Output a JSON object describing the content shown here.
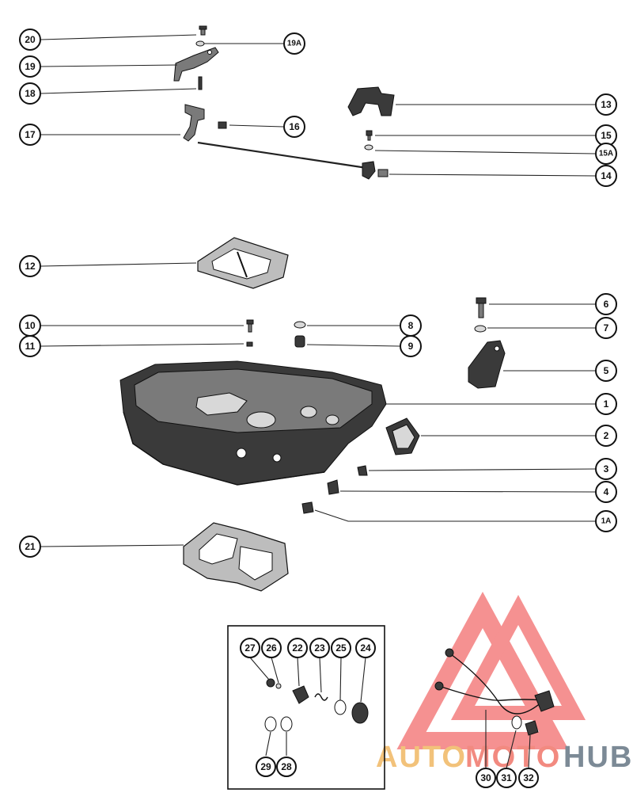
{
  "watermark": {
    "word_auto": "AUTO",
    "word_moto": "MOTO",
    "word_hub": "HUB",
    "auto_color": "#f2c27a",
    "moto_color": "#f28a80",
    "hub_color": "#7c8a96",
    "triangle_color": "#f26d6d"
  },
  "callouts": {
    "c20": "20",
    "c19a": "19A",
    "c19": "19",
    "c18": "18",
    "c17": "17",
    "c16": "16",
    "c13": "13",
    "c15": "15",
    "c15a": "15A",
    "c14": "14",
    "c12": "12",
    "c10": "10",
    "c11": "11",
    "c8": "8",
    "c9": "9",
    "c6": "6",
    "c7": "7",
    "c5": "5",
    "c1": "1",
    "c2": "2",
    "c3": "3",
    "c4": "4",
    "c1a": "1A",
    "c21": "21",
    "c27": "27",
    "c26": "26",
    "c22": "22",
    "c23": "23",
    "c25": "25",
    "c24": "24",
    "c29": "29",
    "c28": "28",
    "c30": "30",
    "c31": "31",
    "c32": "32"
  }
}
